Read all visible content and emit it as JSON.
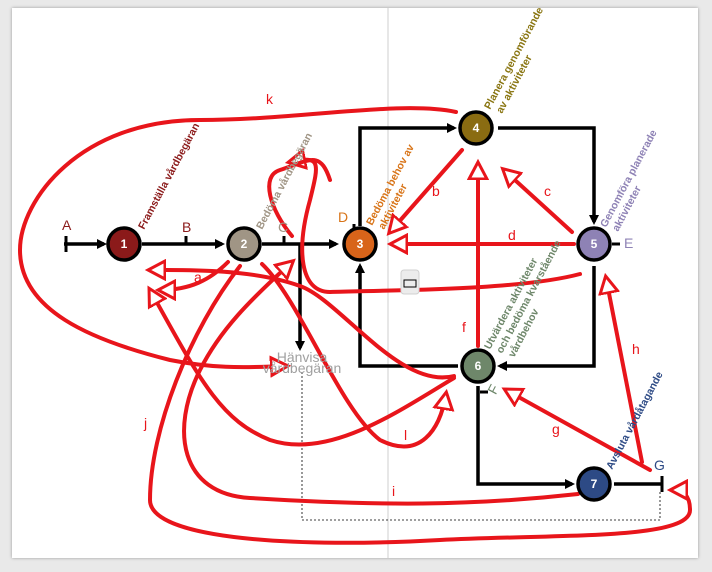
{
  "colors": {
    "red_flow": "#e8151b",
    "black_flow": "#000000",
    "node1": "#8b1a1a",
    "node2": "#a09585",
    "node3": "#d8641a",
    "node4": "#8a6c12",
    "node5": "#8e82b5",
    "node6": "#6e876a",
    "node7": "#2d4a85",
    "label1": "#8b1a1a",
    "label2": "#a09585",
    "label3": "#d87418",
    "label4": "#8a7612",
    "label5": "#8e82b5",
    "label6": "#6e876a",
    "label7": "#2d4a85"
  },
  "nodes": [
    {
      "id": "1",
      "number": "1",
      "label": "Framställa vårdbegäran"
    },
    {
      "id": "2",
      "number": "2",
      "label": "Bedöma vårdbegäran"
    },
    {
      "id": "3",
      "number": "3",
      "label_line1": "Bedöma behov av",
      "label_line2": "aktiviteter"
    },
    {
      "id": "4",
      "number": "4",
      "label_line1": "Planera genomförande",
      "label_line2": "av aktiviteter"
    },
    {
      "id": "5",
      "number": "5",
      "label_line1": "Genomföra planerade",
      "label_line2": "aktiviteter"
    },
    {
      "id": "6",
      "number": "6",
      "label_line1": "Utvärdera aktiviteter",
      "label_line2": "och bedöma kvarstående",
      "label_line3": "vårdbehov"
    },
    {
      "id": "7",
      "number": "7",
      "label": "Avsluta vårdåtagande"
    }
  ],
  "milestones": [
    "A",
    "B",
    "C",
    "D",
    "E",
    "F",
    "G"
  ],
  "flows": [
    "a",
    "b",
    "c",
    "d",
    "f",
    "g",
    "h",
    "i",
    "j",
    "k",
    "l"
  ],
  "referral": {
    "line1": "Hänvisa",
    "line2": "vårdbegäran"
  }
}
